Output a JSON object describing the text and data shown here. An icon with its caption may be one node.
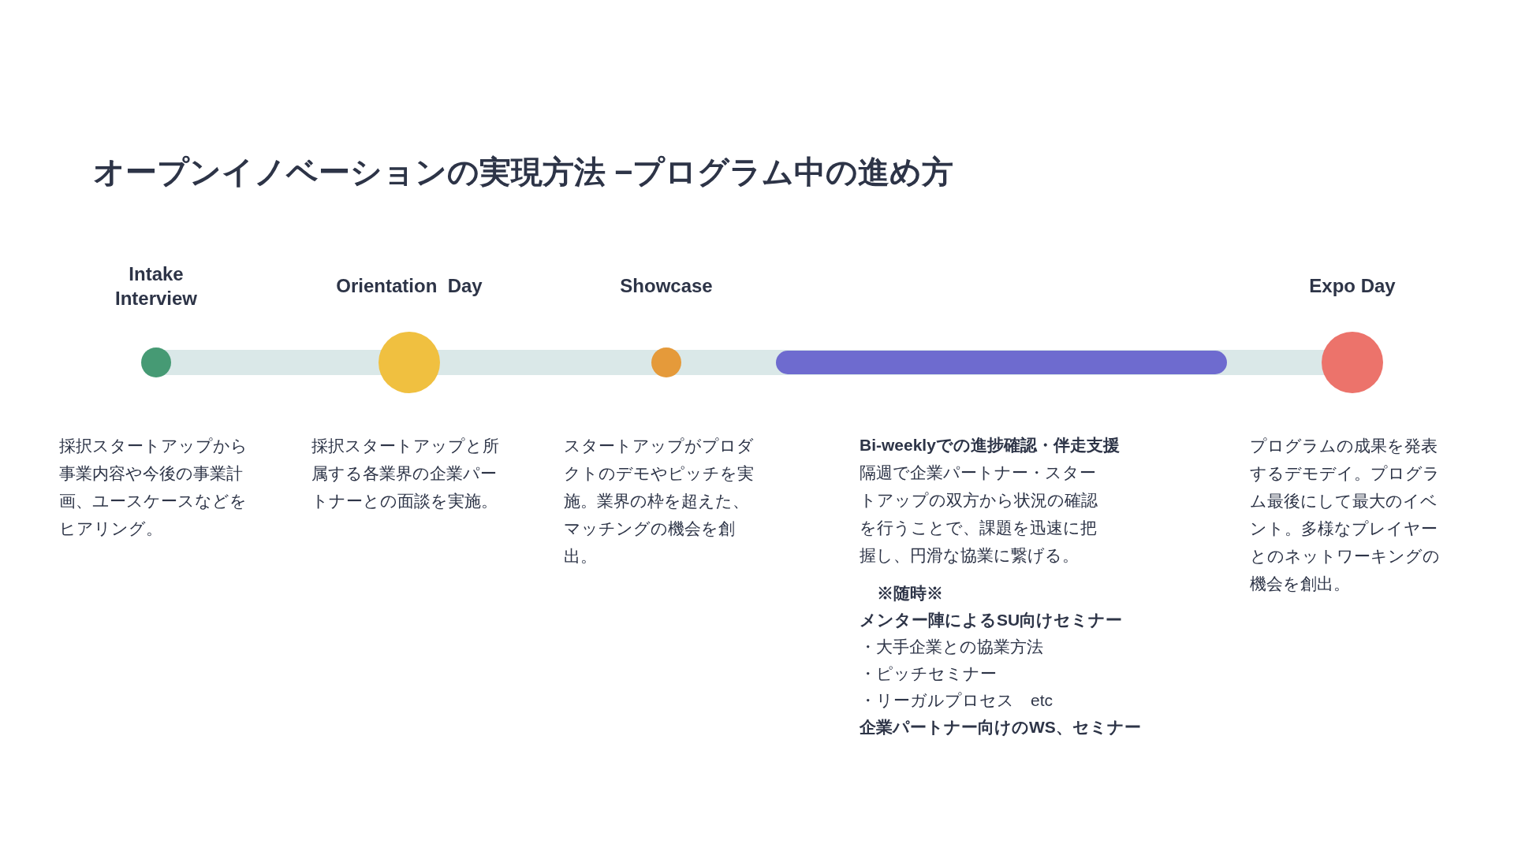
{
  "diagram": {
    "title": "オープンイノベーションの実現方法 −プログラム中の進め方",
    "nodes": [
      {
        "text": [
          "Intake Interview"
        ],
        "beside": [
          "採択スタートアップから事業内容や今後の事業計画、ユースケースなどをヒアリング。"
        ]
      },
      {
        "text": [
          "Orientation  Day"
        ],
        "beside": [
          "採択スタートアップと所属する各業界の企業パートナーとの面談を実施。"
        ]
      },
      {
        "text": [
          "Showcase"
        ],
        "beside": [
          "スタートアップがプロダクトのデモやピッチを実施。業界の枠を超えた、マッチングの機会を創出。"
        ]
      },
      {
        "text": [
          "Bi-weeklyでの進捗確認・伴走支援"
        ],
        "beside": [
          "隔週で企業パートナー・スタートアップの双方から状況の確認を行うことで、課題を迅速に把握し、円滑な協業に繋げる。",
          "※随時※",
          "メンター陣によるSU向けセミナー",
          "・大手企業との協業方法",
          "・ピッチセミナー",
          "・リーガルプロセス　etc",
          "企業パートナー向けのWS、セミナー"
        ]
      },
      {
        "text": [
          "Expo Day"
        ],
        "beside": [
          "プログラムの成果を発表するデモデイ。プログラム最後にして最大のイベント。多様なプレイヤーとのネットワーキングの機会を創出。"
        ]
      }
    ]
  }
}
